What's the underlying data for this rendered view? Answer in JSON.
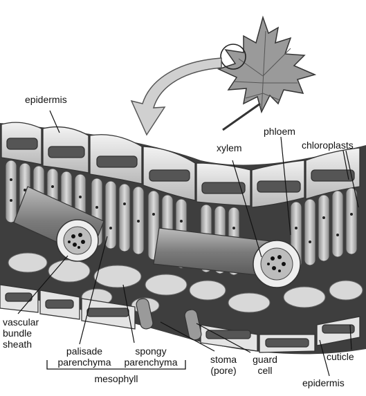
{
  "labels": {
    "epidermis_top": "epidermis",
    "phloem": "phloem",
    "xylem": "xylem",
    "chloroplasts": "chloroplasts",
    "vascular_line1": "vascular",
    "vascular_line2": "bundle",
    "vascular_line3": "sheath",
    "palisade_line1": "palisade",
    "palisade_line2": "parenchyma",
    "spongy_line1": "spongy",
    "spongy_line2": "parenchyma",
    "mesophyll": "mesophyll",
    "stoma_line1": "stoma",
    "stoma_line2": "(pore)",
    "guard_line1": "guard",
    "guard_line2": "cell",
    "cuticle": "cuticle",
    "epidermis_bottom": "epidermis"
  }
}
